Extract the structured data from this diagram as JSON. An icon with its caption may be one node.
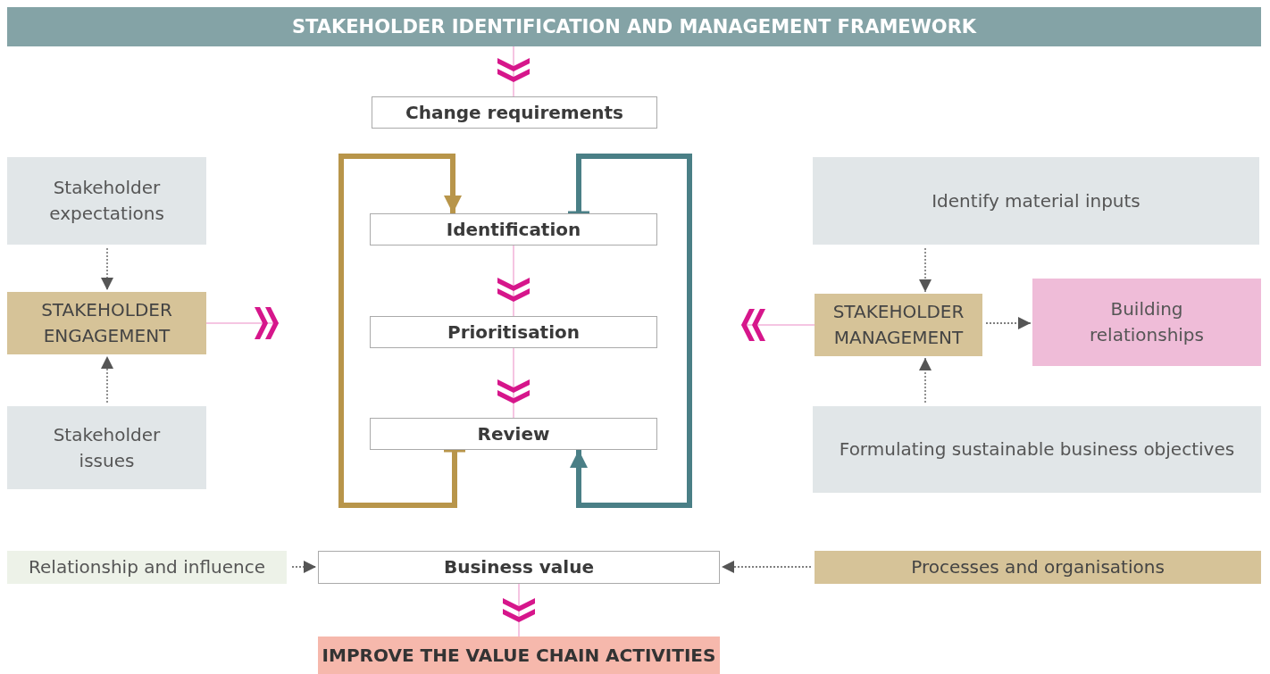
{
  "diagram": {
    "nodes": [
      {
        "text": [
          "STAKEHOLDER IDENTIFICATION AND MANAGEMENT FRAMEWORK"
        ]
      },
      {
        "text": [
          "Change requirements"
        ]
      },
      {
        "text": [
          "Stakeholder expectations"
        ]
      },
      {
        "text": [
          "STAKEHOLDER ENGAGEMENT"
        ]
      },
      {
        "text": [
          "Stakeholder issues"
        ]
      },
      {
        "text": [
          "Identification"
        ]
      },
      {
        "text": [
          "Prioritisation"
        ]
      },
      {
        "text": [
          "Review"
        ]
      },
      {
        "text": [
          "Identify material inputs"
        ]
      },
      {
        "text": [
          "STAKEHOLDER MANAGEMENT"
        ]
      },
      {
        "text": [
          "Building relationships"
        ]
      },
      {
        "text": [
          "Formulating sustainable business objectives"
        ]
      },
      {
        "text": [
          "Relationship and influence"
        ]
      },
      {
        "text": [
          "Business value"
        ]
      },
      {
        "text": [
          "Processes and organisations"
        ]
      },
      {
        "text": [
          "IMPROVE THE VALUE CHAIN ACTIVITIES"
        ]
      }
    ],
    "edges": [
      {
        "from": 0,
        "to": 1,
        "arrow": "to",
        "color": "#d6168b"
      },
      {
        "from": 7,
        "to": 5,
        "arrow": "to",
        "style": "thick",
        "color": "#b8954a"
      },
      {
        "from": 5,
        "to": 7,
        "arrow": "to",
        "style": "thick",
        "color": "#4a7f86"
      },
      {
        "from": 5,
        "to": 6,
        "arrow": "to",
        "color": "#d6168b"
      },
      {
        "from": 6,
        "to": 7,
        "arrow": "to",
        "color": "#d6168b"
      },
      {
        "from": 2,
        "to": 3,
        "arrow": "to",
        "style": "dashed"
      },
      {
        "from": 4,
        "to": 3,
        "arrow": "to",
        "style": "dashed"
      },
      {
        "from": 3,
        "to": null,
        "arrow": "to",
        "color": "#d6168b"
      },
      {
        "from": 9,
        "to": null,
        "arrow": "to",
        "color": "#d6168b"
      },
      {
        "from": 8,
        "to": 9,
        "arrow": "to",
        "style": "dashed"
      },
      {
        "from": 11,
        "to": 9,
        "arrow": "to",
        "style": "dashed"
      },
      {
        "from": 9,
        "to": 10,
        "arrow": "to",
        "style": "dashed"
      },
      {
        "from": 12,
        "to": 13,
        "arrow": "to",
        "style": "dashed"
      },
      {
        "from": 14,
        "to": 13,
        "arrow": "to",
        "style": "dashed"
      },
      {
        "from": 13,
        "to": 15,
        "arrow": "to",
        "color": "#d6168b"
      }
    ]
  }
}
